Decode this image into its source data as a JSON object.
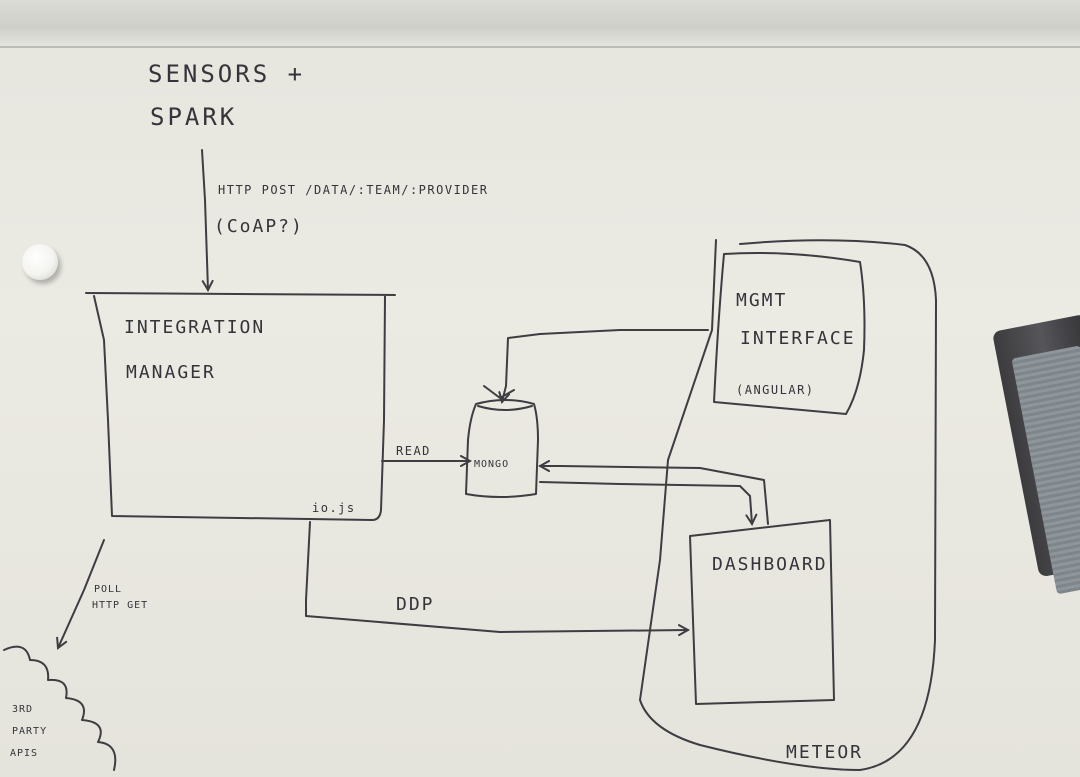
{
  "source": {
    "line1": "SENSORS +",
    "line2": "SPARK"
  },
  "ingest_edge": {
    "line1": "HTTP POST /DATA/:TEAM/:PROVIDER",
    "line2": "(CoAP?)"
  },
  "integration_manager": {
    "line1": "INTEGRATION",
    "line2": "MANAGER",
    "runtime": "io.js"
  },
  "read_edge": "READ",
  "mongo": "MONGO",
  "mgmt": {
    "line1": "MGMT",
    "line2": "INTERFACE",
    "line3": "(ANGULAR)"
  },
  "dashboard": "DASHBOARD",
  "ddp_edge": "DDP",
  "meteor": "METEOR",
  "poll_edge": {
    "line1": "POLL",
    "line2": "HTTP GET"
  },
  "third_party": {
    "line1": "3RD",
    "line2": "PARTY",
    "line3": "APIS"
  }
}
